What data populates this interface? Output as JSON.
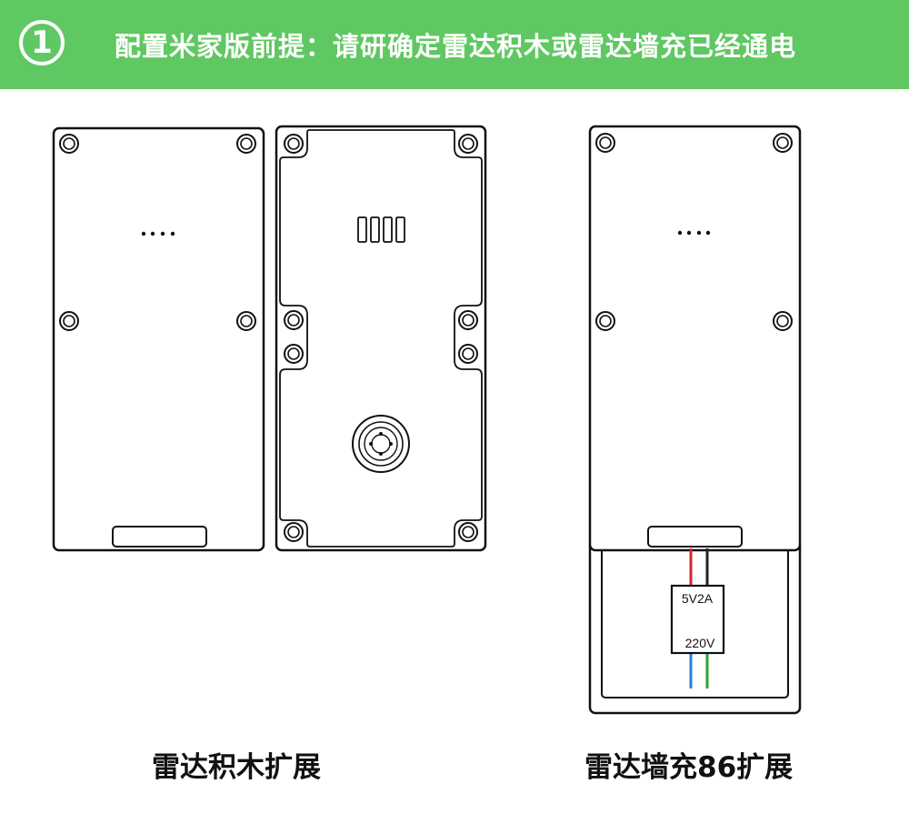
{
  "header": {
    "step_number": "1",
    "title": "配置米家版前提：请研确定雷达积木或雷达墙充已经通电",
    "background": "#5fc862"
  },
  "diagram": {
    "front_panel_icon": "radar-block-front",
    "back_panel_icon": "radar-block-back",
    "wall_unit_icon": "radar-wall-charger-86",
    "power_module": {
      "output_label": "5V2A",
      "input_label": "220V"
    },
    "wire_colors": {
      "red": "#d9262b",
      "black": "#222222",
      "blue": "#2a7fd4",
      "green": "#2aa43a"
    }
  },
  "captions": {
    "left": "雷达积木扩展",
    "right": "雷达墙充86扩展"
  }
}
